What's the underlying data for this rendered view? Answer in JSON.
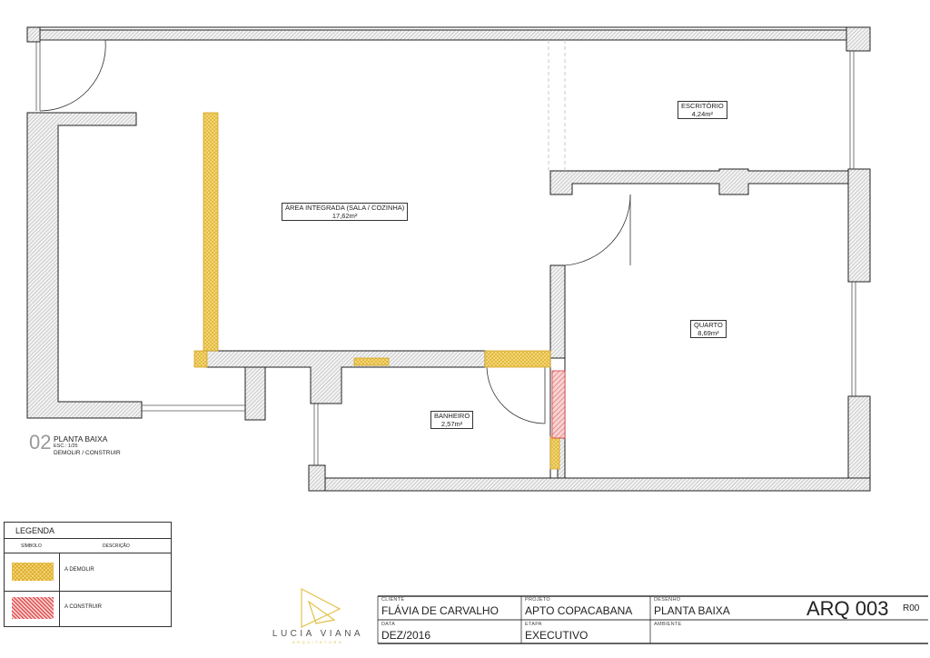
{
  "rooms": {
    "escritorio": {
      "name": "ESCRITÓRIO",
      "area": "4,24m²"
    },
    "area_integrada": {
      "name": "ÁREA INTEGRADA (SALA / COZINHA)",
      "area": "17,62m²"
    },
    "quarto": {
      "name": "QUARTO",
      "area": "8,69m²"
    },
    "banheiro": {
      "name": "BANHEIRO",
      "area": "2,57m²"
    }
  },
  "drawing_label": {
    "number": "02",
    "title": "PLANTA BAIXA",
    "scale": "ESC.: 1/25",
    "subtitle": "DEMOLIR / CONSTRUIR"
  },
  "legend": {
    "title": "LEGENDA",
    "col_symbol": "SÍMBOLO",
    "col_description": "DESCRIÇÃO",
    "items": [
      {
        "description": "A DEMOLIR",
        "color": "#e8c13a"
      },
      {
        "description": "A CONSTRUIR",
        "color": "#d93a3a"
      }
    ]
  },
  "logo": {
    "text": "LUCIA VIANA",
    "sub": "ARQUITETURA",
    "color": "#e2c24a"
  },
  "title_block": {
    "cliente_label": "CLIENTE",
    "cliente": "FLÁVIA DE CARVALHO",
    "projeto_label": "PROJETO",
    "projeto": "APTO COPACABANA",
    "desenho_label": "DESENHO",
    "desenho": "PLANTA BAIXA",
    "data_label": "DATA",
    "data": "DEZ/2016",
    "etapa_label": "ETAPA",
    "etapa": "EXECUTIVO",
    "ambiente_label": "AMBIENTE",
    "sheet": "ARQ 003",
    "revision": "R00"
  }
}
